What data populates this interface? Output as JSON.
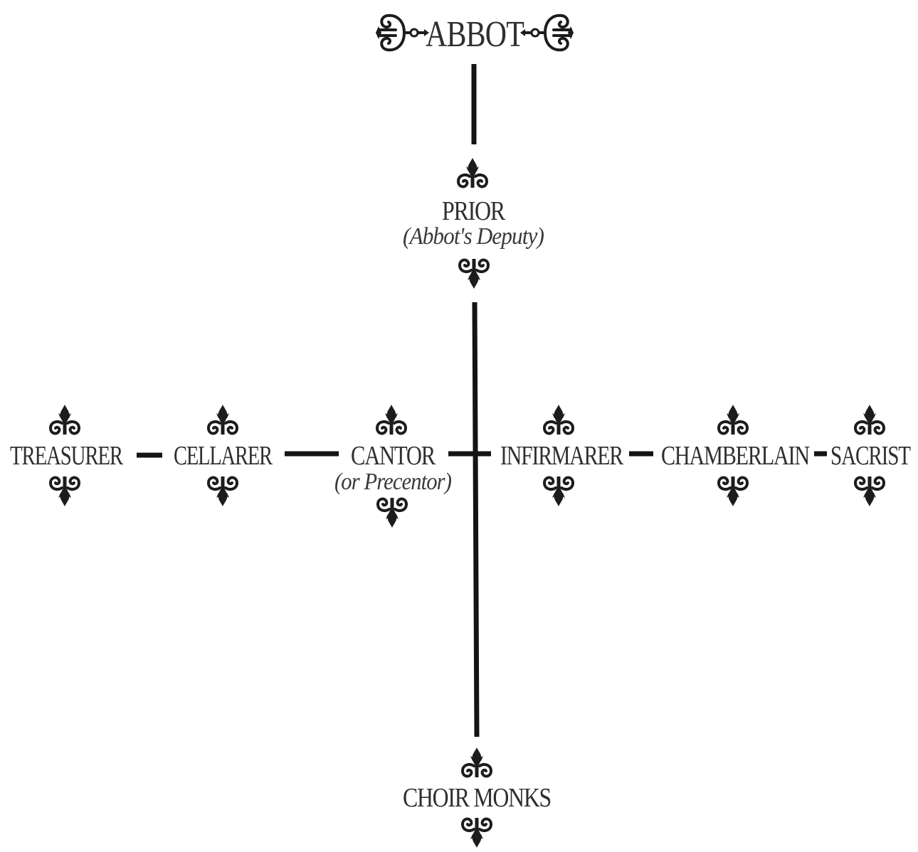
{
  "diagram": {
    "nodes": {
      "abbot": {
        "label": "ABBOT"
      },
      "prior": {
        "label": "PRIOR",
        "subtitle": "(Abbot's Deputy)"
      },
      "treasurer": {
        "label": "TREASURER"
      },
      "cellarer": {
        "label": "CELLARER"
      },
      "cantor": {
        "label": "CANTOR",
        "subtitle": "(or Precentor)"
      },
      "infirmarer": {
        "label": "INFIRMARER"
      },
      "chamberlain": {
        "label": "CHAMBERLAIN"
      },
      "sacrist": {
        "label": "SACRIST"
      },
      "choir_monks": {
        "label": "CHOIR MONKS"
      }
    },
    "edges": [
      [
        "abbot",
        "prior"
      ],
      [
        "prior",
        "choir_monks"
      ],
      [
        "treasurer",
        "cellarer"
      ],
      [
        "cellarer",
        "cantor"
      ],
      [
        "cantor",
        "infirmarer"
      ],
      [
        "infirmarer",
        "chamberlain"
      ],
      [
        "chamberlain",
        "sacrist"
      ]
    ],
    "colors": {
      "line": "#141414",
      "text": "#2f2f2f",
      "ornament": "#1c1c1c"
    }
  }
}
